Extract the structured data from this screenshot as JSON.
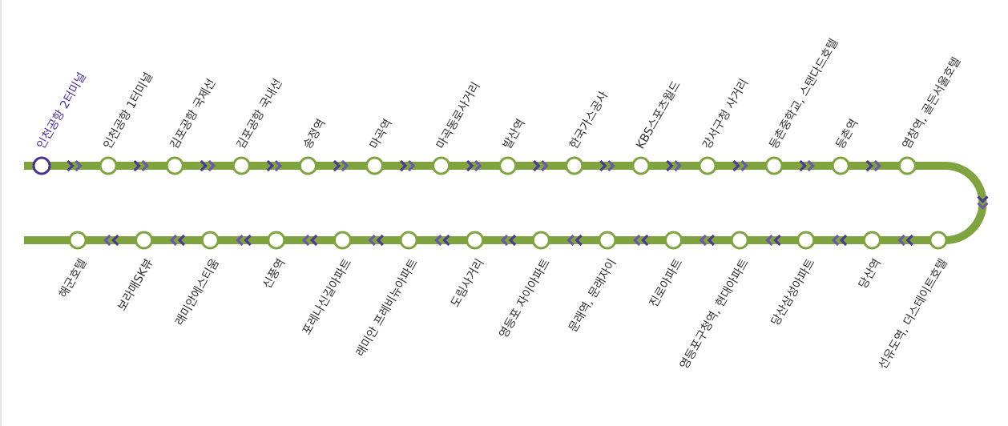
{
  "line_color": "#7ea33f",
  "arrow_color": "#4b3a8f",
  "current_color": "#4b2f8f",
  "current_station_index": 0,
  "outbound": [
    "인천공항 2터미널",
    "인천공항 1터미널",
    "김포공항 국제선",
    "김포공항 국내선",
    "송정역",
    "마곡역",
    "마곡동로사거리",
    "발산역",
    "한국가스공사",
    "KBS스포츠월드",
    "강서구청 사거리",
    "등촌중학교, 스탠다드호텔",
    "등촌역",
    "염창역, 골든서울호텔"
  ],
  "inbound": [
    "해군호텔",
    "보라매SK뷰",
    "래미안에스티움",
    "신풍역",
    "포레나신길아파트",
    "래미안 프레비뉴아파트",
    "도림사거리",
    "영등포 자이아파트",
    "문래역, 문래자이",
    "진로아파트",
    "영등포구청역, 현대아파트",
    "당산삼성아파트",
    "당산역",
    "선유도역, 더스테이트호텔"
  ]
}
